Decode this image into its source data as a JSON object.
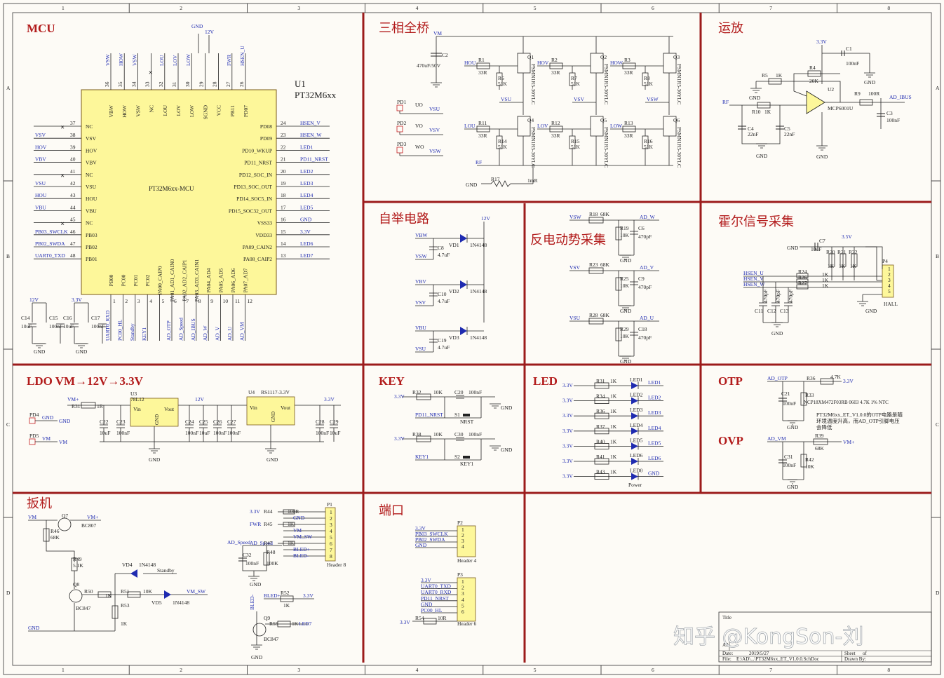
{
  "sheet": {
    "grid_cols": [
      "1",
      "2",
      "3",
      "4",
      "5",
      "6",
      "7",
      "8"
    ],
    "grid_rows": [
      "A",
      "B",
      "C",
      "D"
    ],
    "sections": {
      "mcu": "MCU",
      "three_phase": "三相全桥",
      "opamp": "运放",
      "bootstrap": "自举电路",
      "bemf": "反电动势采集",
      "hall": "霍尔信号采集",
      "ldo": "LDO  VM→12V→3.3V",
      "key": "KEY",
      "led": "LED",
      "otp": "OTP",
      "ovp": "OVP",
      "trigger": "扳机",
      "port": "端口"
    }
  },
  "mcu": {
    "ref": "U1",
    "part": "PT32M6xx",
    "body_label": "PT32M6xx-MCU",
    "top_pins": [
      "VBW",
      "HOW",
      "VSW",
      "NC",
      "LOU",
      "LOV",
      "LOW",
      "SGND",
      "VCC",
      "PB11",
      "PD07"
    ],
    "top_nums": [
      "36",
      "35",
      "34",
      "33",
      "32",
      "31",
      "30",
      "29",
      "28",
      "27",
      "26"
    ],
    "top_nets": [
      "VSW",
      "HOW",
      "VSW",
      "",
      "LOU",
      "LOV",
      "LOW",
      "",
      "",
      "FWR",
      "HSEN_U"
    ],
    "top_power": [
      "GND",
      "12V"
    ],
    "left_pins": [
      "NC",
      "VSV",
      "HOV",
      "VBV",
      "NC",
      "VSU",
      "HOU",
      "VBU",
      "NC",
      "PB03",
      "PB02",
      "PB01"
    ],
    "left_nums": [
      "37",
      "38",
      "39",
      "40",
      "41",
      "42",
      "43",
      "44",
      "45",
      "46",
      "47",
      "48"
    ],
    "left_nets": [
      "",
      "VSV",
      "HOV",
      "VBV",
      "",
      "VSU",
      "HOU",
      "VBU",
      "",
      "PB03_SWCLK",
      "PB02_SWDA",
      "UART0_TXD"
    ],
    "right_pins": [
      "PD08",
      "PD09",
      "PD10_WKUP",
      "PD11_NRST",
      "PD12_SOC_IN",
      "PD13_SOC_OUT",
      "PD14_SOC5_IN",
      "PD15_SOC32_OUT",
      "VSS33",
      "VDD33",
      "PA09_CAIN2",
      "PA08_CAIP2"
    ],
    "right_nums": [
      "24",
      "23",
      "22",
      "21",
      "20",
      "19",
      "18",
      "17",
      "16",
      "15",
      "14",
      "13"
    ],
    "right_nets": [
      "HSEN_V",
      "HSEN_W",
      "LED1",
      "PD11_NRST",
      "LED2",
      "LED3",
      "LED4",
      "LED5",
      "GND",
      "3.3V",
      "LED6",
      "LED7"
    ],
    "bottom_pins": [
      "PB00",
      "PC00",
      "PC01",
      "PC02",
      "PA00_CAIP0",
      "PA01_AD1_CAIN0",
      "PA02_AD2_CAIP1",
      "PA03_AD3_CAIN1",
      "PA04_AD4",
      "PA05_AD5",
      "PA06_AD6",
      "PA07_AD7"
    ],
    "bottom_nums": [
      "1",
      "2",
      "3",
      "4",
      "5",
      "6",
      "7",
      "8",
      "9",
      "10",
      "11",
      "12"
    ],
    "bottom_nets": [
      "UART0_RXD",
      "PC00_HL",
      "Standby",
      "KEY1",
      "",
      "AD_OTP",
      "AD_Speed",
      "AD_IBUS",
      "AD_W",
      "AD_V",
      "AD_U",
      "AD_VM"
    ],
    "caps": [
      {
        "ref": "C14",
        "val": "10uF",
        "rail": "12V"
      },
      {
        "ref": "C15",
        "val": "100nF",
        "rail": ""
      },
      {
        "ref": "C16",
        "val": "10uF",
        "rail": "3.3V"
      },
      {
        "ref": "C17",
        "val": "100nF",
        "rail": ""
      }
    ],
    "gnd": "GND"
  },
  "bridge": {
    "vm": "VM",
    "bulk_cap": {
      "ref": "C2",
      "val": "470uF/50V"
    },
    "high_gates": [
      {
        "net": "HOU",
        "r": "R1",
        "rv": "33R",
        "rp": "R6",
        "rpv": "51K",
        "q": "Q1",
        "src": "VSU"
      },
      {
        "net": "HOV",
        "r": "R2",
        "rv": "33R",
        "rp": "R7",
        "rpv": "51K",
        "q": "Q2",
        "src": "VSV"
      },
      {
        "net": "HOW",
        "r": "R3",
        "rv": "33R",
        "rp": "R8",
        "rpv": "51K",
        "q": "Q3",
        "src": "VSW"
      }
    ],
    "low_gates": [
      {
        "net": "LOU",
        "r": "R11",
        "rv": "33R",
        "rp": "R14",
        "rpv": "51K",
        "q": "Q4"
      },
      {
        "net": "LOV",
        "r": "R12",
        "rv": "33R",
        "rp": "R15",
        "rpv": "51K",
        "q": "Q5"
      },
      {
        "net": "LOW",
        "r": "R13",
        "rv": "33R",
        "rp": "R16",
        "rpv": "51K",
        "q": "Q6"
      }
    ],
    "mos_part": "PSMN1R5-30YLC",
    "outputs": [
      {
        "port": "PD1",
        "name": "UO",
        "net": "VSU"
      },
      {
        "port": "PD2",
        "name": "VO",
        "net": "VSV"
      },
      {
        "port": "PD3",
        "name": "WO",
        "net": "VSW"
      }
    ],
    "shunt": {
      "ref": "R17",
      "val": "1mR",
      "net": "RF",
      "gnd": "GND"
    }
  },
  "opamp": {
    "rail": "3.3V",
    "u": "U2",
    "part": "MCP6001U",
    "c1": {
      "ref": "C1",
      "val": "100nF"
    },
    "r5": {
      "ref": "R5",
      "val": "1K"
    },
    "r4": {
      "ref": "R4",
      "val": "20K"
    },
    "r10": {
      "ref": "R10",
      "val": "1K"
    },
    "r9": {
      "ref": "R9",
      "val": "100R"
    },
    "c3": {
      "ref": "C3",
      "val": "100nF"
    },
    "c4": {
      "ref": "C4",
      "val": "22nF"
    },
    "c5": {
      "ref": "C5",
      "val": "22nF"
    },
    "in_net": "RF",
    "out_net": "AD_IBUS",
    "gnd": "GND",
    "pins": [
      "3",
      "1",
      "4",
      "5",
      "2"
    ]
  },
  "bootstrap": {
    "rail": "12V",
    "rows": [
      {
        "vb": "VBW",
        "vs": "VSW",
        "c": "C8",
        "cv": "4.7uF",
        "d": "VD1",
        "dv": "1N4148"
      },
      {
        "vb": "VBV",
        "vs": "VSV",
        "c": "C10",
        "cv": "4.7uF",
        "d": "VD2",
        "dv": "1N4148"
      },
      {
        "vb": "VBU",
        "vs": "VSU",
        "c": "C19",
        "cv": "4.7uF",
        "d": "VD3",
        "dv": "1N4148"
      }
    ]
  },
  "bemf": {
    "rows": [
      {
        "in": "VSW",
        "r1": "R18",
        "r1v": "68K",
        "out": "AD_W",
        "r2": "R19",
        "r2v": "10K",
        "c": "C6",
        "cv": "470pF"
      },
      {
        "in": "VSV",
        "r1": "R23",
        "r1v": "68K",
        "out": "AD_V",
        "r2": "R25",
        "r2v": "10K",
        "c": "C9",
        "cv": "470pF"
      },
      {
        "in": "VSU",
        "r1": "R28",
        "r1v": "68K",
        "out": "AD_U",
        "r2": "R29",
        "r2v": "10K",
        "c": "C18",
        "cv": "470pF"
      }
    ],
    "gnd": "GND"
  },
  "hall": {
    "rail": "3.5V",
    "gnd": "GND",
    "c7": {
      "ref": "C7",
      "val": "10uF"
    },
    "pullups": [
      {
        "ref": "R20",
        "val": "1K"
      },
      {
        "ref": "R21",
        "val": "1K"
      },
      {
        "ref": "R22",
        "val": "1K"
      }
    ],
    "series": [
      {
        "net": "HSEN_U",
        "ref": "R24",
        "val": "1K"
      },
      {
        "net": "HSEN_V",
        "ref": "R26",
        "val": "1K"
      },
      {
        "net": "HSEN_W",
        "ref": "R27",
        "val": "1K"
      }
    ],
    "caps": [
      "C11",
      "C12",
      "C13"
    ],
    "cap_val": "470pF",
    "connector": {
      "ref": "P4",
      "name": "HALL",
      "pins": [
        "1",
        "2",
        "3",
        "4",
        "5"
      ]
    }
  },
  "ldo": {
    "ports": [
      {
        "port": "PD4",
        "net": "GND"
      },
      {
        "port": "PD5",
        "net": "VM"
      }
    ],
    "vm_plus": "VM+",
    "r": {
      "ref": "R31",
      "val": "1R"
    },
    "u3": {
      "ref": "U3",
      "part": "78L12",
      "vin": "Vin",
      "vout": "Vout",
      "gnd": "GND"
    },
    "u4": {
      "ref": "U4",
      "part": "RS1117-3.3V",
      "vin": "Vin",
      "vout": "Vout",
      "gnd": "GND"
    },
    "caps": [
      {
        "ref": "C22",
        "val": "10uF"
      },
      {
        "ref": "C23",
        "val": "100nF"
      },
      {
        "ref": "C24",
        "val": "100nF"
      },
      {
        "ref": "C25",
        "val": "10uF"
      },
      {
        "ref": "C26",
        "val": "100nF"
      },
      {
        "ref": "C27",
        "val": "100nF"
      },
      {
        "ref": "C28",
        "val": "100nF"
      },
      {
        "ref": "C29",
        "val": "10uF"
      }
    ],
    "v12": "12V",
    "v33": "3.3V",
    "gnd": "GND"
  },
  "key": {
    "rows": [
      {
        "rail": "3.3V",
        "r": "R32",
        "rv": "10K",
        "c": "C20",
        "cv": "100nF",
        "net": "PD11_NRST",
        "sw": "S1",
        "swn": "NRST"
      },
      {
        "rail": "3.3V",
        "r": "R38",
        "rv": "10K",
        "c": "C30",
        "cv": "100nF",
        "net": "KEY1",
        "sw": "S2",
        "swn": "KEY1"
      }
    ],
    "gnd": "GND"
  },
  "led": {
    "rail": "3.3V",
    "rows": [
      {
        "r": "R31",
        "rv": "1K",
        "d": "LED1",
        "net": "LED1"
      },
      {
        "r": "R34",
        "rv": "1K",
        "d": "LED2",
        "net": "LED2"
      },
      {
        "r": "R36",
        "rv": "1K",
        "d": "LED3",
        "net": "LED3"
      },
      {
        "r": "R37",
        "rv": "1K",
        "d": "LED4",
        "net": "LED4"
      },
      {
        "r": "R40",
        "rv": "1K",
        "d": "LED5",
        "net": "LED5"
      },
      {
        "r": "R41",
        "rv": "1K",
        "d": "LED6",
        "net": "LED6"
      },
      {
        "r": "R43",
        "rv": "1K",
        "d": "LED0",
        "net": "GND"
      }
    ],
    "power_label": "Power"
  },
  "otp": {
    "net": "AD_OTP",
    "c": {
      "ref": "C21",
      "val": "100nF"
    },
    "r": {
      "ref": "R36",
      "val": "4.7K"
    },
    "ntc": {
      "ref": "R33",
      "val": "NCP18XM472F03RB 0603 4.7K 1% NTC"
    },
    "rail": "3.3V",
    "gnd": "GND",
    "note1": "PT32M6xx_ET_V1.0.0的OTP电路是随",
    "note2": "环境温度升高，而AD_OTP引脚电压",
    "note3": "会降低"
  },
  "ovp": {
    "net": "AD_VM",
    "r1": {
      "ref": "R39",
      "val": "68K"
    },
    "r2": {
      "ref": "R42",
      "val": "10K"
    },
    "c": {
      "ref": "C31",
      "val": "100nF"
    },
    "vm": "VM+",
    "gnd": "GND"
  },
  "trigger": {
    "vm": "VM",
    "vm_plus": "VM+",
    "q7": {
      "ref": "Q7",
      "part": "BC807"
    },
    "r46": {
      "ref": "R46",
      "val": "68K"
    },
    "r49": {
      "ref": "R49",
      "val": "5.1K"
    },
    "q8": {
      "ref": "Q8",
      "part": "BC847"
    },
    "r50": {
      "ref": "R50",
      "val": "1K"
    },
    "r51": {
      "ref": "R51",
      "val": "10K"
    },
    "r53": {
      "ref": "R53",
      "val": "1K"
    },
    "vd4": {
      "ref": "VD4",
      "part": "1N4148",
      "net": "Standby"
    },
    "vd5": {
      "ref": "VD5",
      "part": "1N4148",
      "net": "VM_SW"
    },
    "gnd": "GND",
    "header8": {
      "ref": "P1",
      "name": "Header 8",
      "rows": [
        {
          "net": "3.3V",
          "r": "R44",
          "rv": "100R"
        },
        {
          "net": "GND",
          "r": "",
          "rv": ""
        },
        {
          "net": "FWR",
          "r": "R45",
          "rv": "1K"
        },
        {
          "net": "VM",
          "r": "",
          "rv": ""
        },
        {
          "net": "VM_SW",
          "r": "",
          "rv": ""
        },
        {
          "net": "AD_Speed",
          "r": "R47",
          "rv": "1K"
        },
        {
          "net": "BLED+",
          "r": "",
          "rv": ""
        },
        {
          "net": "BLED-",
          "r": "",
          "rv": ""
        }
      ]
    },
    "speed": {
      "net": "AD_Speed",
      "c": "C32",
      "cv": "100nF",
      "r": "R48",
      "rv": "100K"
    },
    "bled": {
      "net": "BLED+",
      "r": "R52",
      "rv": "1K",
      "rail": "3.3V",
      "q": "Q9",
      "qp": "BC847",
      "r2": "R55",
      "r2v": "1K",
      "out": "LED7",
      "bled_minus": "BLED-"
    }
  },
  "port": {
    "p2": {
      "ref": "P2",
      "name": "Header 4",
      "rows": [
        "3.3V",
        "PB03_SWCLK",
        "PB02_SWDA",
        "GND"
      ]
    },
    "p3": {
      "ref": "P3",
      "name": "Header 6",
      "rows": [
        "3.3V",
        "UART0_TXD",
        "UART0_RXD",
        "PD11_NRST",
        "GND",
        "PC00_HL"
      ]
    },
    "r54": {
      "ref": "R54",
      "val": "10R",
      "rail": "3.3V"
    }
  },
  "titleblock": {
    "title": "Title",
    "size": "A3",
    "date_label": "Date:",
    "date": "2019/5/27",
    "file_label": "File:",
    "file": "E:\\AD\\...\\PT32M6xx_ET_V1.0.0.SchDoc",
    "sheet": "Sheet",
    "of": "of",
    "drawn": "Drawn By:"
  },
  "watermark": "知乎 @KongSon-刘"
}
